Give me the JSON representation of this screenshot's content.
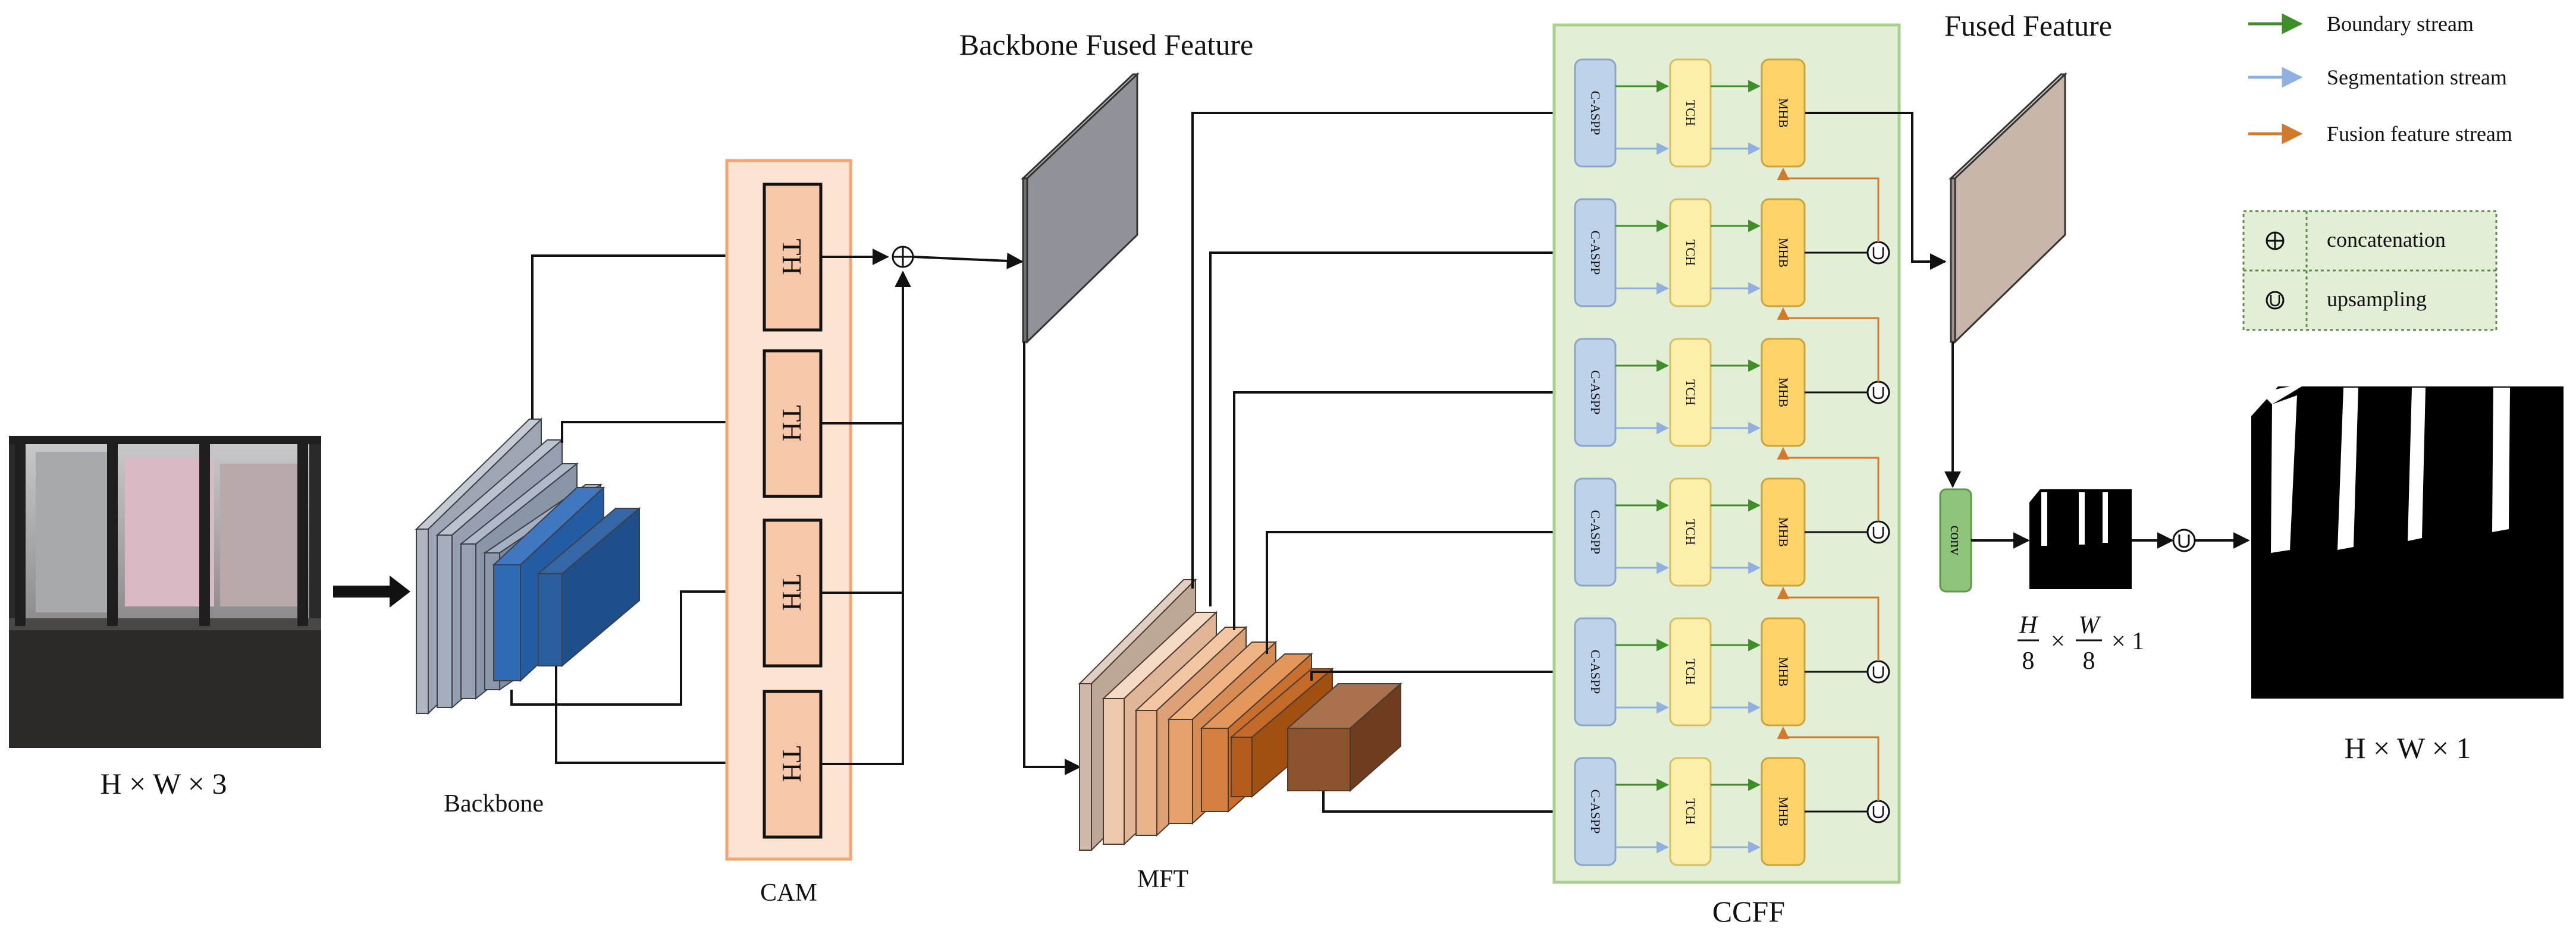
{
  "input": {
    "dims": "H × W × 3"
  },
  "backbone": {
    "label": "Backbone"
  },
  "cam": {
    "label": "CAM",
    "block_label": "TH"
  },
  "backbone_fused": {
    "label": "Backbone Fused Feature"
  },
  "mft": {
    "label": "MFT"
  },
  "ccff": {
    "label": "CCFF",
    "aspp_label": "C-ASPP",
    "tch_label": "TCH",
    "mhb_label": "MHB"
  },
  "fused": {
    "label": "Fused Feature"
  },
  "conv": {
    "label": "conv"
  },
  "lowres_output": {
    "h": "H",
    "w": "W",
    "eight": "8",
    "tail": "× 1",
    "times": "×"
  },
  "output": {
    "dims": "H × W × 1"
  },
  "symbols": {
    "concat": "⊕",
    "upsample": "Ⓤ"
  },
  "legend": {
    "boundary": "Boundary stream",
    "segmentation": "Segmentation stream",
    "fusion": "Fusion feature stream",
    "concatenation": "concatenation",
    "upsampling": "upsampling"
  },
  "colors": {
    "boundary": "#3e8e2a",
    "segmentation": "#8fb0e0",
    "fusion": "#d07a2c",
    "cam_bg": "#fde3d2",
    "ccff_bg": "#e2efd6",
    "aspp": "#bed3ea",
    "tch": "#fdeeaa",
    "mhb": "#fdd36a"
  }
}
